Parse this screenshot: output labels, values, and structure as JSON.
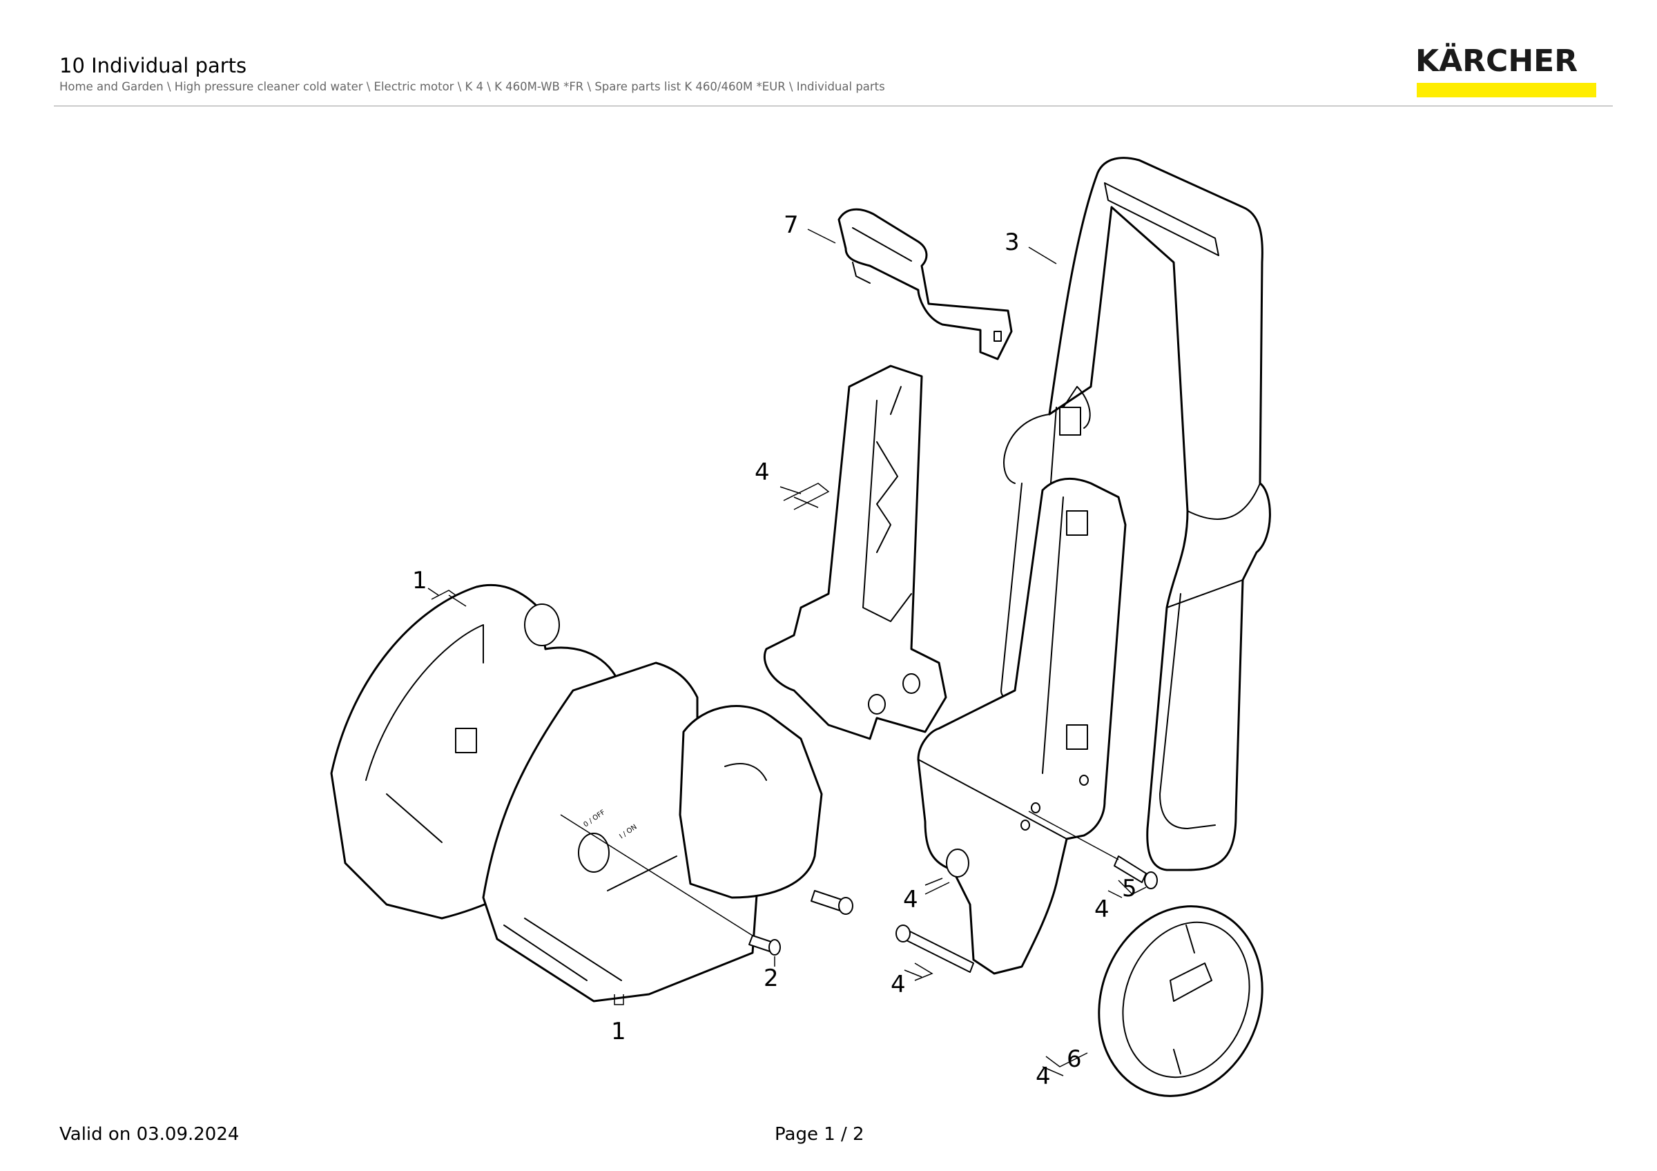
{
  "header": {
    "title": "10 Individual parts",
    "breadcrumb": "Home and Garden \\ High pressure cleaner cold water \\ Electric motor \\ K 4 \\ K 460M-WB *FR \\ Spare parts list K 460/460M *EUR \\ Individual parts",
    "logo_text": "KÄRCHER",
    "logo_bar_color": "#ffed00"
  },
  "diagram": {
    "switch_labels": {
      "off": "0 / OFF",
      "on": "I / ON"
    },
    "callouts": [
      {
        "id": "callout-7",
        "label": "7"
      },
      {
        "id": "callout-3",
        "label": "3"
      },
      {
        "id": "callout-4-upper",
        "label": "4"
      },
      {
        "id": "callout-1-left",
        "label": "1"
      },
      {
        "id": "callout-2",
        "label": "2"
      },
      {
        "id": "callout-1-bottom",
        "label": "1"
      },
      {
        "id": "callout-4-mid",
        "label": "4"
      },
      {
        "id": "callout-5",
        "label": "5"
      },
      {
        "id": "callout-4-right",
        "label": "4"
      },
      {
        "id": "callout-4-axle",
        "label": "4"
      },
      {
        "id": "callout-6",
        "label": "6"
      },
      {
        "id": "callout-4-wheel",
        "label": "4"
      }
    ]
  },
  "footer": {
    "valid_text": "Valid on 03.09.2024",
    "page_text": "Page 1 / 2"
  }
}
